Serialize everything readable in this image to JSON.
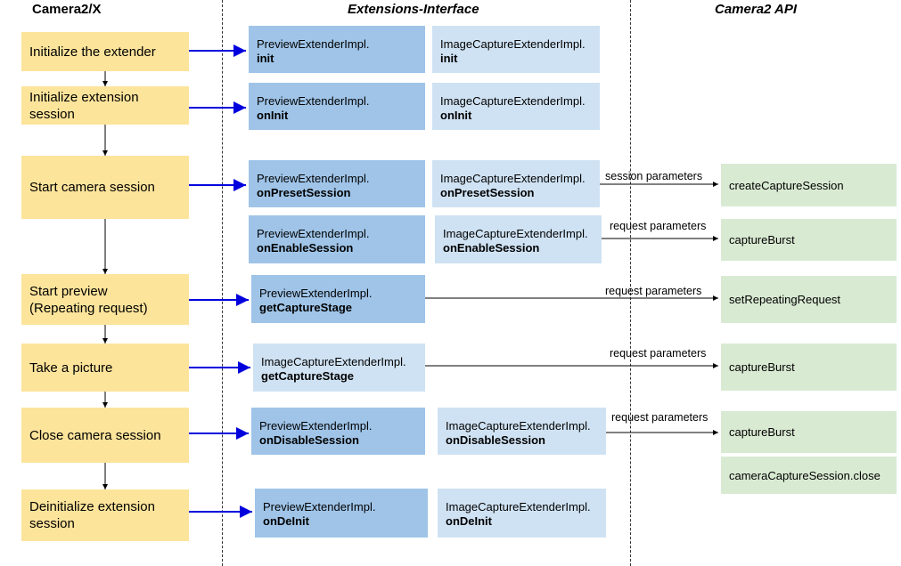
{
  "headers": {
    "camerax": "Camera2/X",
    "extensions": "Extensions-Interface",
    "camera2": "Camera2 API"
  },
  "steps": [
    {
      "label": "Initialize the extender"
    },
    {
      "label": "Initialize extension session"
    },
    {
      "label": "Start camera session"
    },
    {
      "label": "Start preview (Repeating request)"
    },
    {
      "label": "Take a picture"
    },
    {
      "label": "Close camera session"
    },
    {
      "label": "Deinitialize extension session"
    }
  ],
  "preview_calls": [
    {
      "cls": "PreviewExtenderImpl.",
      "method": "init"
    },
    {
      "cls": "PreviewExtenderImpl.",
      "method": "onInit"
    },
    {
      "cls": "PreviewExtenderImpl.",
      "method": "onPresetSession"
    },
    {
      "cls": "PreviewExtenderImpl.",
      "method": "onEnableSession"
    },
    {
      "cls": "PreviewExtenderImpl.",
      "method": "getCaptureStage"
    },
    {
      "cls": "PreviewExtenderImpl.",
      "method": "onDisableSession"
    },
    {
      "cls": "PreviewExtenderImpl.",
      "method": "onDeInit"
    }
  ],
  "image_calls": [
    {
      "cls": "ImageCaptureExtenderImpl.",
      "method": "init"
    },
    {
      "cls": "ImageCaptureExtenderImpl.",
      "method": "onInit"
    },
    {
      "cls": "ImageCaptureExtenderImpl.",
      "method": "onPresetSession"
    },
    {
      "cls": "ImageCaptureExtenderImpl.",
      "method": "onEnableSession"
    },
    {
      "cls": "ImageCaptureExtenderImpl.",
      "method": "getCaptureStage"
    },
    {
      "cls": "ImageCaptureExtenderImpl.",
      "method": "onDisableSession"
    },
    {
      "cls": "ImageCaptureExtenderImpl.",
      "method": "onDeInit"
    }
  ],
  "api_calls": [
    {
      "label": "createCaptureSession"
    },
    {
      "label": "captureBurst"
    },
    {
      "label": "setRepeatingRequest"
    },
    {
      "label": "captureBurst"
    },
    {
      "label": "captureBurst"
    },
    {
      "label": "cameraCaptureSession.close"
    }
  ],
  "arrow_labels": [
    {
      "label": "session parameters"
    },
    {
      "label": "request parameters"
    },
    {
      "label": "request parameters"
    },
    {
      "label": "request parameters"
    },
    {
      "label": "request parameters"
    }
  ],
  "colors": {
    "step": "#fde49b",
    "preview": "#9fc4e8",
    "image": "#cfe2f3",
    "api": "#d9ead3",
    "call_arrow": "#0000dd"
  }
}
